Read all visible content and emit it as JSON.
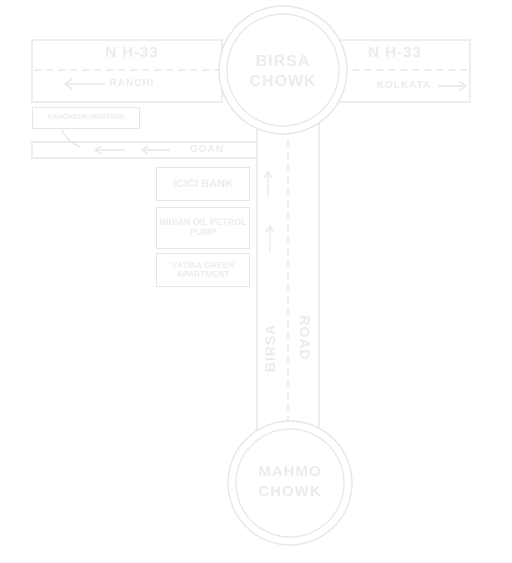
{
  "highway": {
    "name_left": "N H-33",
    "name_right": "N H-33",
    "dir_left": "RANCHI",
    "dir_right": "KOLKATA"
  },
  "junctions": {
    "top": "BIRSA CHOWK",
    "bottom": "MAHMO CHOWK"
  },
  "road": {
    "name_part1": "BIRSA",
    "name_part2": "ROAD"
  },
  "service_road": {
    "label": "GOAN"
  },
  "landmarks": [
    {
      "label": "KANCHEEN HERITAGE"
    },
    {
      "label": "ICICI BANK"
    },
    {
      "label": "INDIAN OIL PETROL PUMP"
    },
    {
      "label": "VATIKA GREEN APARTMENT"
    }
  ]
}
